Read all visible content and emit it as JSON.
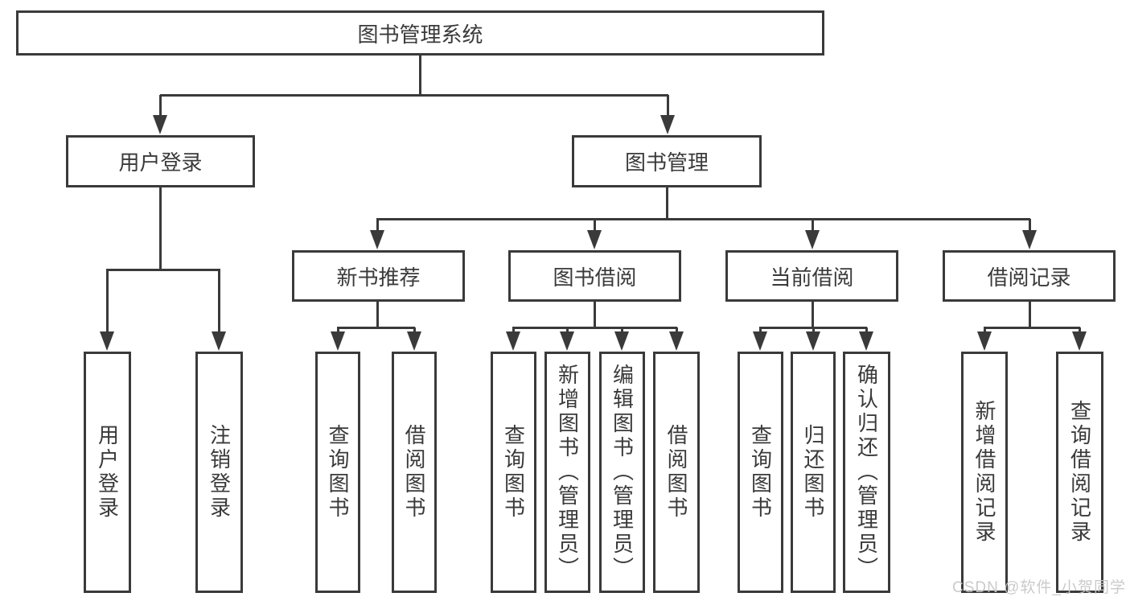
{
  "nodes": {
    "root": "图书管理系统",
    "level2": [
      "用户登录",
      "图书管理"
    ],
    "level3": [
      "新书推荐",
      "图书借阅",
      "当前借阅",
      "借阅记录"
    ],
    "leaves": {
      "login": [
        "用户登录",
        "注销登录"
      ],
      "new_rec": [
        "查询图书",
        "借阅图书"
      ],
      "borrow": [
        "查询图书",
        "新增图书（管理员）",
        "编辑图书（管理员）",
        "借阅图书"
      ],
      "current": [
        "查询图书",
        "归还图书",
        "确认归还（管理员）"
      ],
      "records": [
        "新增借阅记录",
        "查询借阅记录"
      ]
    }
  },
  "watermark": "CSDN @软件_小贺同学",
  "colors": {
    "line": "#3a3a3a",
    "text": "#3a3a3a",
    "box_fill": "#ffffff",
    "watermark": "#c8c8c8",
    "background": "#ffffff"
  }
}
